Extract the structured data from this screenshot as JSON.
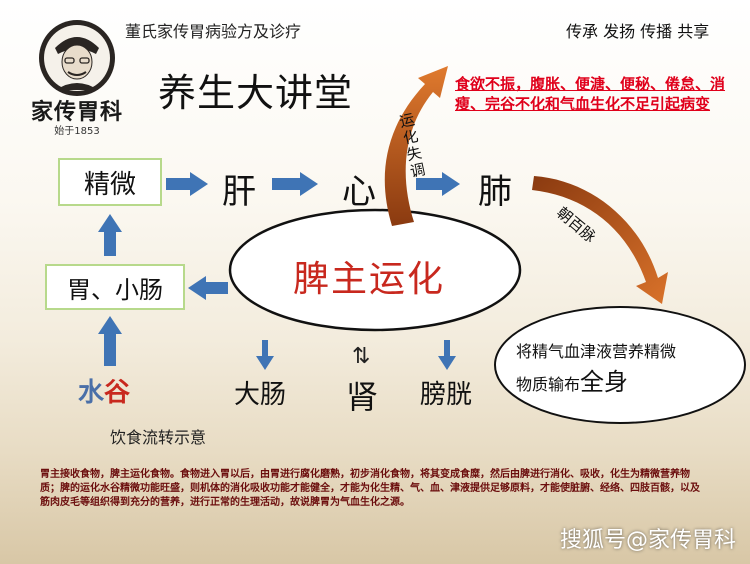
{
  "header": {
    "subtitle": "董氏家传胃病验方及诊疗",
    "slogan": "传承 发扬 传播 共享",
    "main_title": "养生大讲堂"
  },
  "logo": {
    "name": "家传胃科",
    "since": "始于1853"
  },
  "diagram": {
    "jingwei": "精微",
    "gan": "肝",
    "xin": "心",
    "fei": "肺",
    "wei_xiaochang": "胃、小肠",
    "shuigu_shui": "水",
    "shuigu_gu": "谷",
    "pizhu": "脾主运化",
    "dachang": "大肠",
    "shen": "肾",
    "pangguang": "膀胱",
    "up_down_glyph": "⇅",
    "yunhua_shitiao": "运化失调",
    "chao_bai_mai": "朝百脉",
    "symptoms": "食欲不振，腹胀、便溏、便秘、倦怠、消瘦、完谷不化和气血生化不足引起病变",
    "whole_body_line1": "将精气血津液营养精微",
    "whole_body_line2_prefix": "物质输布",
    "whole_body_line2_emph": "全身",
    "caption": "饮食流转示意"
  },
  "footer": {
    "paragraph": "胃主接收食物，脾主运化食物。食物进入胃以后，由胃进行腐化磨熟，初步消化食物，将其变成食糜，然后由脾进行消化、吸收，化生为精微营养物质；脾的运化水谷精微功能旺盛，则机体的消化吸收功能才能健全，才能为化生精、气、血、津液提供足够原料，才能使脏腑、经络、四肢百骸，以及筋肉皮毛等组织得到充分的营养，进行正常的生理活动，故说脾胃为气血生化之源。",
    "watermark": "搜狐号@家传胃科"
  },
  "colors": {
    "arrow_blue": "#3f74b5",
    "swoosh_brown": "#b5541c",
    "symptom_red": "#e0001b",
    "box_border": "#b7d98b",
    "pizhu_red": "#c8281e"
  }
}
